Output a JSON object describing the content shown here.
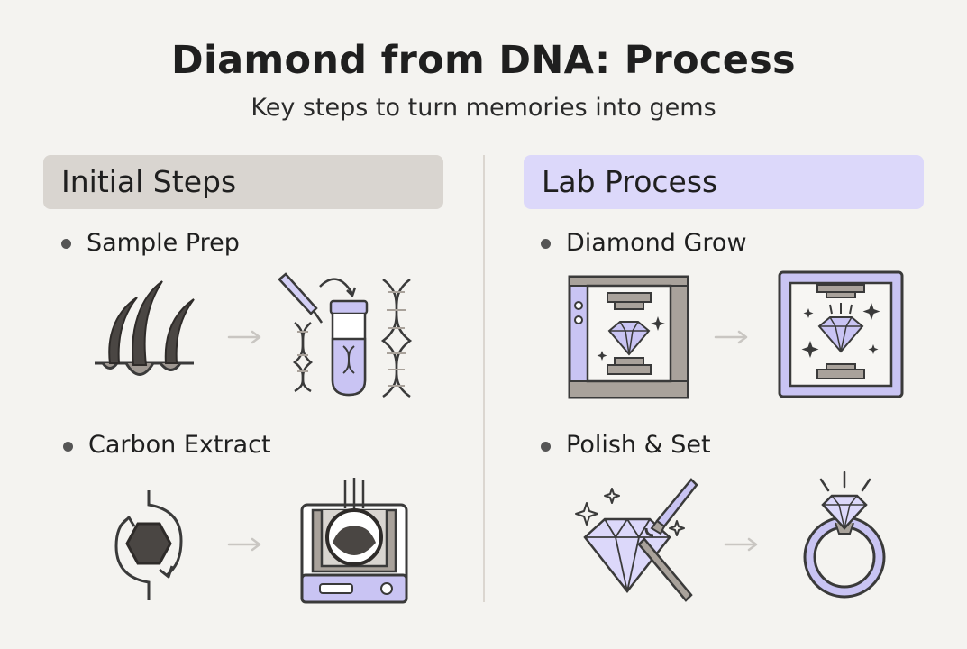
{
  "header": {
    "title": "Diamond from DNA: Process",
    "subtitle": "Key steps to turn memories into gems"
  },
  "sections": [
    {
      "header": "Initial Steps",
      "steps": [
        {
          "label": "Sample Prep",
          "icons": [
            "hair-follicle-icon",
            "dna-vial-icon"
          ]
        },
        {
          "label": "Carbon Extract",
          "icons": [
            "carbon-cycle-icon",
            "furnace-icon"
          ]
        }
      ]
    },
    {
      "header": "Lab Process",
      "steps": [
        {
          "label": "Diamond Grow",
          "icons": [
            "diamond-press-icon",
            "growth-chamber-icon"
          ]
        },
        {
          "label": "Polish & Set",
          "icons": [
            "polishing-diamond-icon",
            "diamond-ring-icon"
          ]
        }
      ]
    }
  ],
  "colors": {
    "background": "#f4f3f0",
    "left_header_bg": "#d9d5d0",
    "right_header_bg": "#dcd8fa",
    "accent_purple": "#c9c4f3",
    "icon_stroke": "#3a3a3a",
    "gray_fill": "#a9a29b",
    "arrow": "#c9c6c2"
  }
}
